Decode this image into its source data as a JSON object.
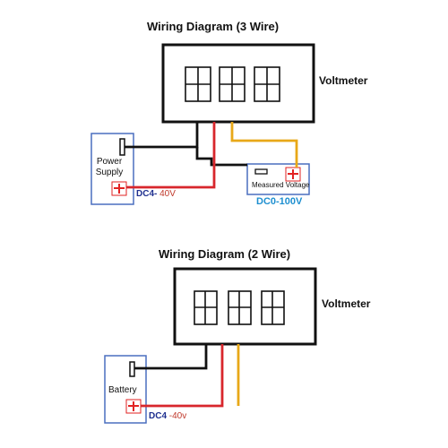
{
  "diagram_3wire": {
    "title": "Wiring Diagram (3 Wire)",
    "meter_label": "Voltmeter",
    "power_supply_label_line1": "Power",
    "power_supply_label_line2": "Supply",
    "voltage_prefix": "DC4-",
    "voltage_value": " 40V",
    "measured_label": "Measured Voltage",
    "range_label": "DC0-100V"
  },
  "diagram_2wire": {
    "title": "Wiring Diagram (2 Wire)",
    "meter_label": "Voltmeter",
    "battery_label": "Battery",
    "voltage_prefix": "DC4",
    "voltage_value": " -40v"
  },
  "colors": {
    "wire_black": "#111111",
    "wire_red": "#d8262c",
    "wire_yellow": "#e8a818",
    "label_blue": "#1e2f8f",
    "label_red": "#c0392b",
    "range_blue": "#1e8fd0",
    "supply_border": "#4a6fbf",
    "terminal_red": "#e22222"
  }
}
